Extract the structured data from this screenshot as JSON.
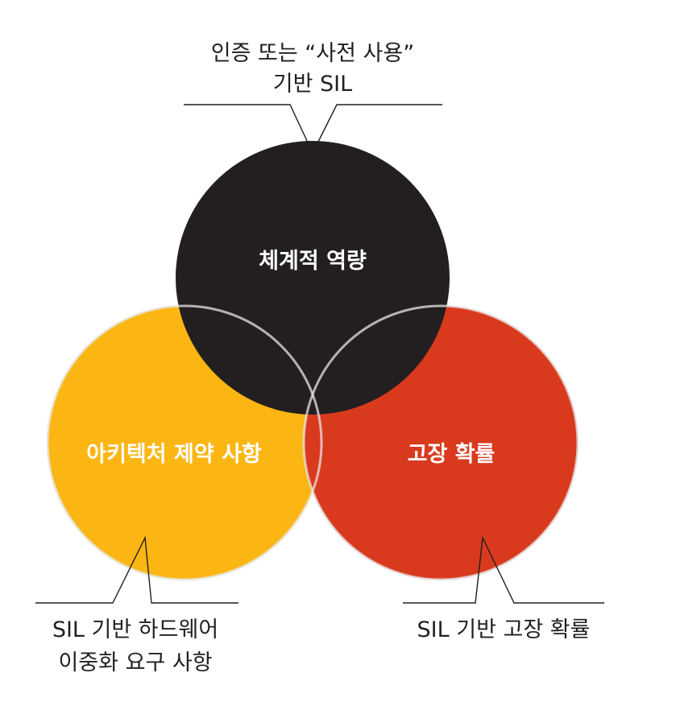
{
  "circles": {
    "top": {
      "label": "체계적 역량",
      "color": "#231f20"
    },
    "left": {
      "label": "아키텍처 제약 사항",
      "color": "#fbb614"
    },
    "right": {
      "label": "고장 확률",
      "color": "#d93a1e"
    }
  },
  "overlap_outline_color": "#e6e6e6",
  "callouts": {
    "top": {
      "line1": "인증 또는 “사전 사용”",
      "line2": "기반 SIL"
    },
    "left": {
      "line1": "SIL 기반 하드웨어",
      "line2": "이중화 요구 사항"
    },
    "right": {
      "line1": "SIL 기반 고장 확률"
    }
  }
}
